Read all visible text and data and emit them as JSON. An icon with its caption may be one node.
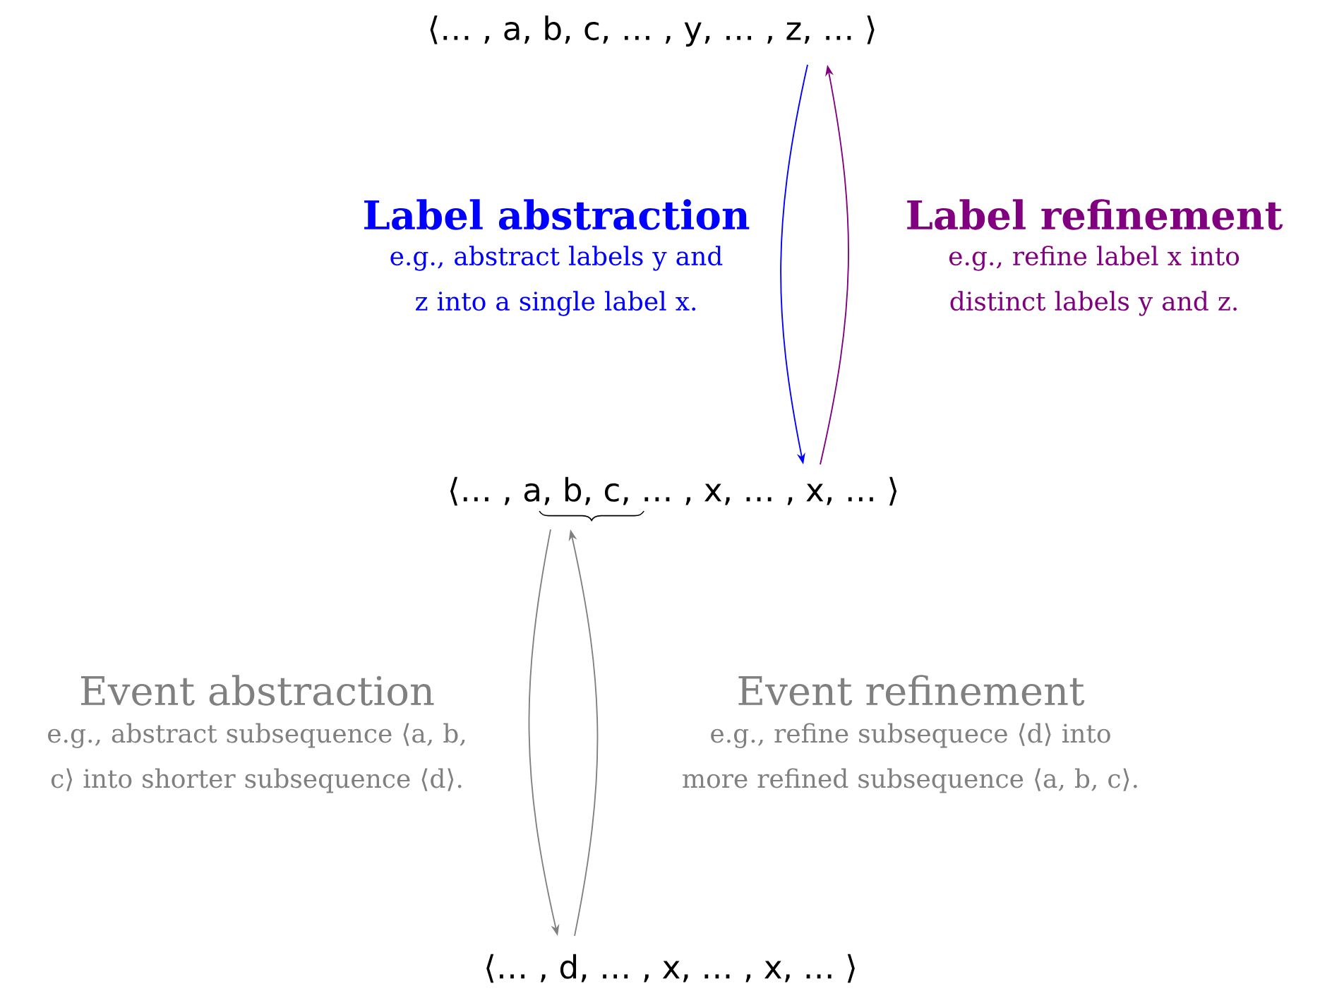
{
  "diagram": {
    "nodes": [
      {
        "text": [
          "⟨… , a, b, c, … , y, … , z, … ⟩"
        ]
      },
      {
        "text": [
          "⟨… , a, b, c, … , x, … , x, … ⟩"
        ]
      },
      {
        "text": [
          "⟨… , d, … , x, … , x, … ⟩"
        ]
      }
    ],
    "edges": [
      {
        "from": 0,
        "to": 1,
        "arrow": "to",
        "color": "#0000ff"
      },
      {
        "from": 1,
        "to": 0,
        "arrow": "to",
        "color": "#800080"
      },
      {
        "from": 1,
        "to": 2,
        "arrow": "to",
        "color": "#808080"
      },
      {
        "from": 2,
        "to": 1,
        "arrow": "to",
        "color": "#808080"
      }
    ],
    "labels": [
      "Label abstraction",
      "e.g., abstract labels y and z into a single label x.",
      "Label refinement",
      "e.g., refine label x into distinct labels y and z.",
      "Event abstraction",
      "e.g., abstract subsequence ⟨a, b, c⟩ into shorter subsequence ⟨d⟩.",
      "Event refinement",
      "e.g., refine subsequece ⟨d⟩ into more refined subsequence ⟨a, b, c⟩."
    ]
  }
}
